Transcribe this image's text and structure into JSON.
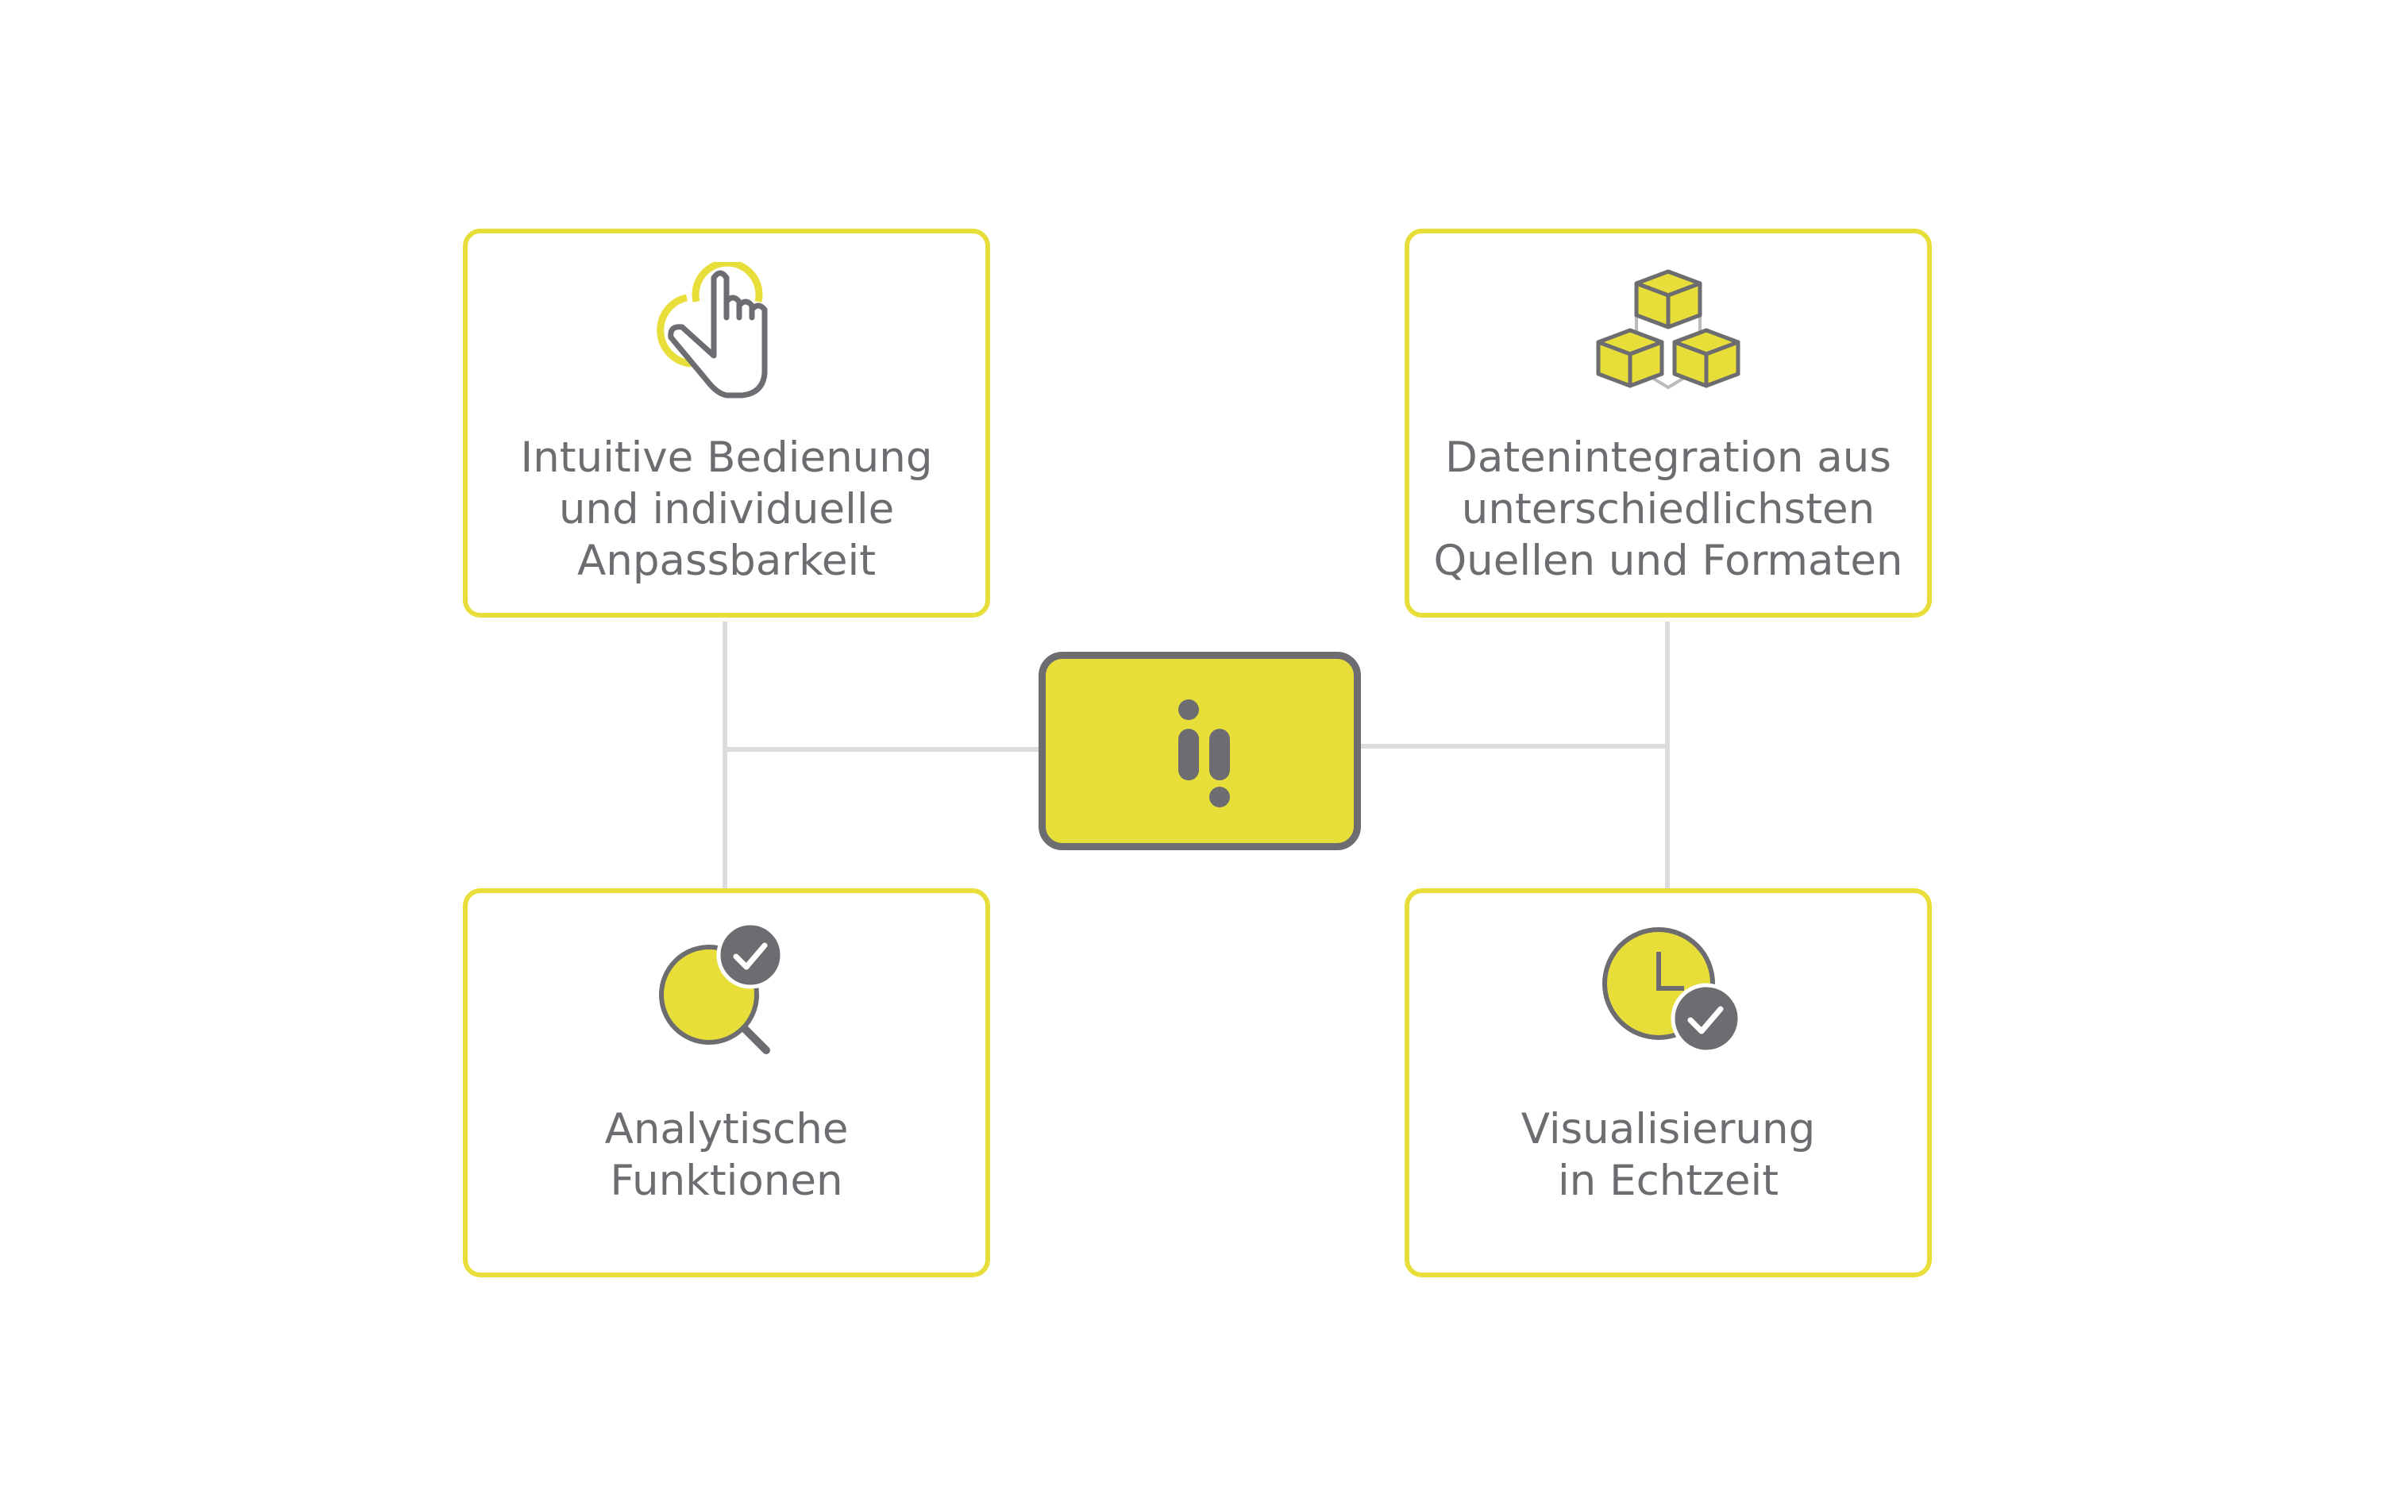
{
  "colors": {
    "accent": "#e8de3a",
    "text": "#6d6c70",
    "connector": "#dcdcdc"
  },
  "center": {
    "icon": "ii-logo-icon"
  },
  "features": [
    {
      "icon": "tap-hand-icon",
      "lines": [
        "Intuitive Bedienung",
        "und individuelle",
        "Anpassbarkeit"
      ]
    },
    {
      "icon": "cubes-icon",
      "lines": [
        "Datenintegration aus",
        "unterschiedlichsten",
        "Quellen und Formaten"
      ]
    },
    {
      "icon": "magnifier-check-icon",
      "lines": [
        "Analytische",
        "Funktionen"
      ]
    },
    {
      "icon": "clock-check-icon",
      "lines": [
        "Visualisierung",
        "in Echtzeit"
      ]
    }
  ]
}
